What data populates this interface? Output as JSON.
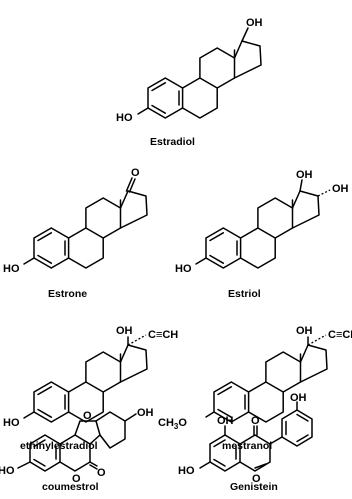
{
  "molecules": {
    "estradiol": {
      "name": "Estradiol",
      "oh3": "HO",
      "oh17": "OH"
    },
    "estrone": {
      "name": "Estrone",
      "oh3": "HO",
      "o17": "O"
    },
    "estriol": {
      "name": "Estriol",
      "oh3": "HO",
      "oh16": "OH",
      "oh17": "OH"
    },
    "ethinylestradiol": {
      "name": "ethinylestradiol",
      "oh3": "HO",
      "oh17": "OH",
      "alkyne": "C≡CH"
    },
    "mestranol": {
      "name": "mestranol",
      "ome3": "CH",
      "sub3": "3",
      "ome3_o": "O",
      "oh17": "OH",
      "alkyne": "C≡CH"
    },
    "coumestrol": {
      "name": "coumestrol",
      "oh_left": "HO",
      "oh_right": "OH",
      "ring_o1": "O",
      "ring_o2": "O",
      "carbonyl_o": "O"
    },
    "genistein": {
      "name": "Genistein",
      "oh_left": "HO",
      "oh_top": "OH",
      "oh_right": "OH",
      "carbonyl_o": "O",
      "ring_o": "O"
    }
  }
}
